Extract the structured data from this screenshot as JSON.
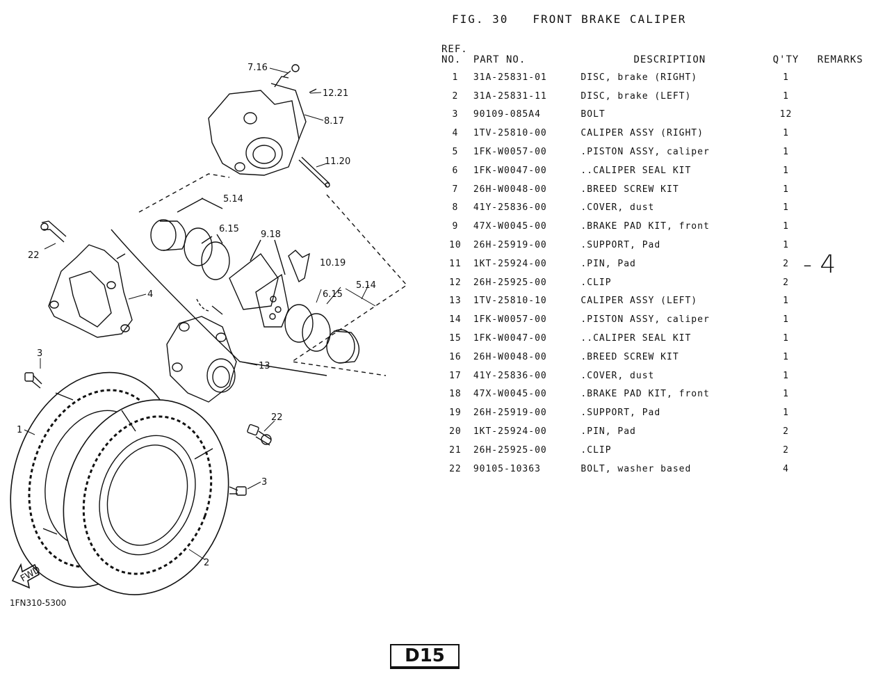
{
  "figure": {
    "title": "FIG. 30   FRONT BRAKE CALIPER"
  },
  "table": {
    "headers": {
      "ref_line1": "REF.",
      "ref_line2": "NO.",
      "part_no": "PART NO.",
      "description": "DESCRIPTION",
      "qty": "Q'TY",
      "remarks": "REMARKS"
    },
    "rows": [
      {
        "ref": "1",
        "part": "31A-25831-01",
        "desc": "DISC, brake (RIGHT)",
        "qty": "1",
        "remarks": ""
      },
      {
        "ref": "2",
        "part": "31A-25831-11",
        "desc": "DISC, brake (LEFT)",
        "qty": "1",
        "remarks": ""
      },
      {
        "ref": "3",
        "part": "90109-085A4",
        "desc": "BOLT",
        "qty": "12",
        "remarks": ""
      },
      {
        "ref": "4",
        "part": "1TV-25810-00",
        "desc": "CALIPER ASSY (RIGHT)",
        "qty": "1",
        "remarks": ""
      },
      {
        "ref": "5",
        "part": "1FK-W0057-00",
        "desc": ".PISTON ASSY, caliper",
        "qty": "1",
        "remarks": ""
      },
      {
        "ref": "6",
        "part": "1FK-W0047-00",
        "desc": "..CALIPER SEAL KIT",
        "qty": "1",
        "remarks": ""
      },
      {
        "ref": "7",
        "part": "26H-W0048-00",
        "desc": ".BREED SCREW KIT",
        "qty": "1",
        "remarks": ""
      },
      {
        "ref": "8",
        "part": "41Y-25836-00",
        "desc": ".COVER, dust",
        "qty": "1",
        "remarks": ""
      },
      {
        "ref": "9",
        "part": "47X-W0045-00",
        "desc": ".BRAKE PAD KIT, front",
        "qty": "1",
        "remarks": ""
      },
      {
        "ref": "10",
        "part": "26H-25919-00",
        "desc": ".SUPPORT, Pad",
        "qty": "1",
        "remarks": ""
      },
      {
        "ref": "11",
        "part": "1KT-25924-00",
        "desc": ".PIN, Pad",
        "qty": "2",
        "remarks": ""
      },
      {
        "ref": "12",
        "part": "26H-25925-00",
        "desc": ".CLIP",
        "qty": "2",
        "remarks": ""
      },
      {
        "ref": "13",
        "part": "1TV-25810-10",
        "desc": "CALIPER ASSY (LEFT)",
        "qty": "1",
        "remarks": ""
      },
      {
        "ref": "14",
        "part": "1FK-W0057-00",
        "desc": ".PISTON ASSY, caliper",
        "qty": "1",
        "remarks": ""
      },
      {
        "ref": "15",
        "part": "1FK-W0047-00",
        "desc": "..CALIPER SEAL KIT",
        "qty": "1",
        "remarks": ""
      },
      {
        "ref": "16",
        "part": "26H-W0048-00",
        "desc": ".BREED SCREW KIT",
        "qty": "1",
        "remarks": ""
      },
      {
        "ref": "17",
        "part": "41Y-25836-00",
        "desc": ".COVER, dust",
        "qty": "1",
        "remarks": ""
      },
      {
        "ref": "18",
        "part": "47X-W0045-00",
        "desc": ".BRAKE PAD KIT, front",
        "qty": "1",
        "remarks": ""
      },
      {
        "ref": "19",
        "part": "26H-25919-00",
        "desc": ".SUPPORT, Pad",
        "qty": "1",
        "remarks": ""
      },
      {
        "ref": "20",
        "part": "1KT-25924-00",
        "desc": ".PIN, Pad",
        "qty": "2",
        "remarks": ""
      },
      {
        "ref": "21",
        "part": "26H-25925-00",
        "desc": ".CLIP",
        "qty": "2",
        "remarks": ""
      },
      {
        "ref": "22",
        "part": "90105-10363",
        "desc": "BOLT, washer based",
        "qty": "4",
        "remarks": ""
      }
    ]
  },
  "handwritten_note": "- 4",
  "diagram": {
    "callouts": [
      "7.16",
      "12.21",
      "8.17",
      "11.20",
      "5.14",
      "6.15",
      "9.18",
      "10.19",
      "22",
      "4",
      "6.15",
      "5.14",
      "13",
      "3",
      "1",
      "22",
      "3",
      "2"
    ],
    "fwd_label": "FWD"
  },
  "drawing_code": "1FN310-5300",
  "page_number": "D15"
}
